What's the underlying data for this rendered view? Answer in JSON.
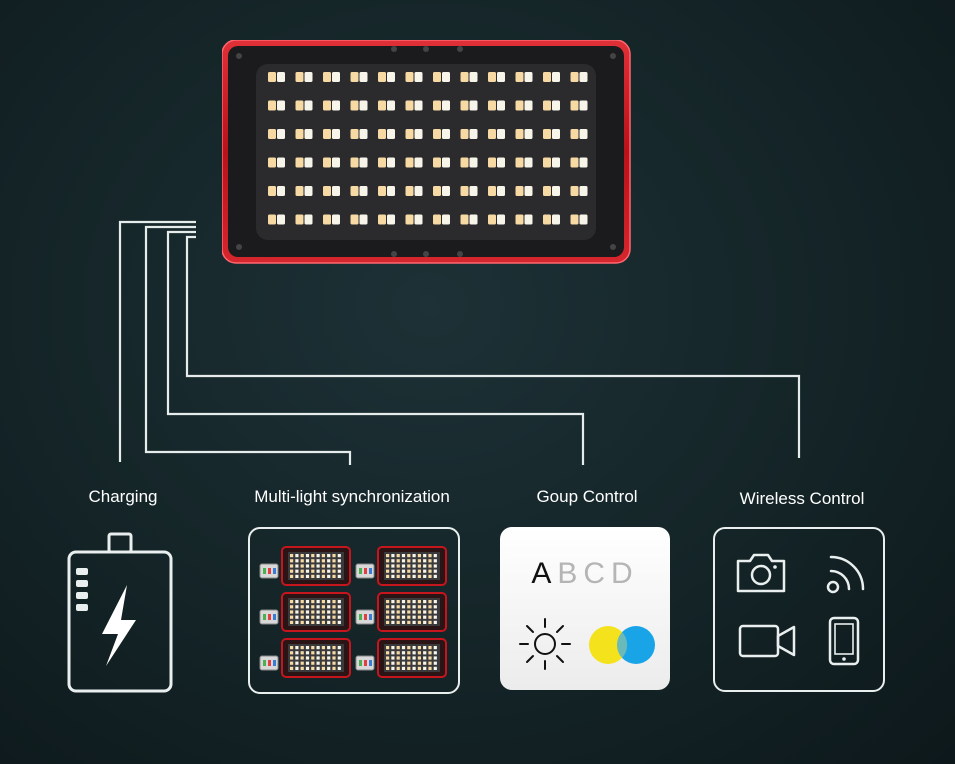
{
  "features": {
    "charging": {
      "label": "Charging",
      "icons": [
        "power-bank-icon",
        "lightning-bolt-icon"
      ]
    },
    "sync": {
      "label": "Multi-light synchronization",
      "icon": "led-panel-grid-icon",
      "panel_count": 6
    },
    "group": {
      "label": "Goup Control",
      "letters": [
        "A",
        "B",
        "C",
        "D"
      ],
      "icons": [
        "sun-icon",
        "color-circles-icon"
      ]
    },
    "wireless": {
      "label": "Wireless Control",
      "icons": [
        "camera-icon",
        "wifi-icon",
        "video-camera-icon",
        "smartphone-icon"
      ]
    }
  },
  "device": {
    "icon": "led-light-panel-icon",
    "led_rows": 6,
    "led_cols": 12
  },
  "colors": {
    "background": "#142427",
    "panel_frame": "#c4161c",
    "led_warm": "#f6d9a3",
    "led_cool": "#f7f4ea",
    "line": "#e9eeee",
    "yellow": "#f4e21c",
    "blue": "#1aa4e8"
  }
}
